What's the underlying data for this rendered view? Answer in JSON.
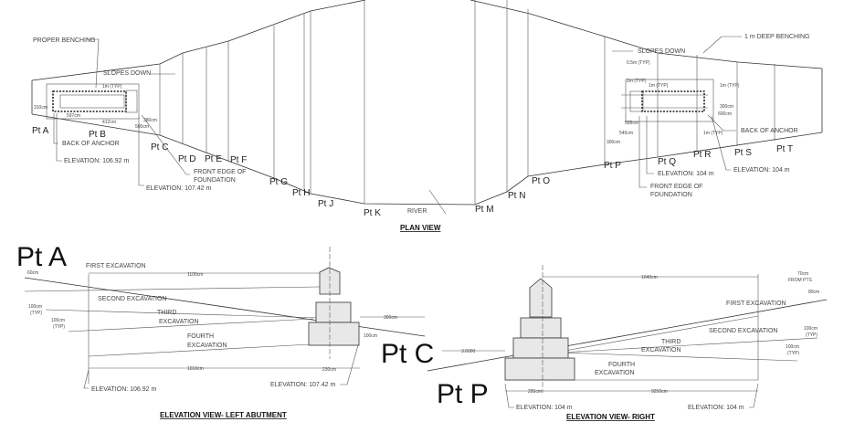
{
  "plan_view": {
    "title": "PLAN VIEW",
    "points": [
      "Pt A",
      "Pt B",
      "Pt C",
      "Pt D",
      "Pt E",
      "Pt F",
      "Pt G",
      "Pt H",
      "Pt J",
      "Pt K",
      "Pt M",
      "Pt N",
      "Pt O",
      "Pt P",
      "Pt Q",
      "Pt R",
      "Pt S",
      "Pt T"
    ],
    "river": "RIVER",
    "left": {
      "proper_benching": "PROPER BENCHING",
      "slopes_down": "SLOPES DOWN",
      "typ_1m": "1m (TYP)",
      "dim_310": "310cm",
      "dim_597": "597cm",
      "dim_412": "412cm",
      "dim_380": "380cm",
      "dim_500": "500cm",
      "back_of_anchor": "BACK OF ANCHOR",
      "elevation_back": "ELEVATION: 106.92 m",
      "front_edge": "FRONT EDGE OF",
      "foundation": "FOUNDATION",
      "elevation_front": "ELEVATION: 107.42 m"
    },
    "right": {
      "deep_benching": "1 m DEEP BENCHING",
      "slopes_down": "SLOPES DOWN",
      "typ_05m": "0.5m (TYP)",
      "typ_2m": "2m (TYP)",
      "typ_1m_top": "1m (TYP)",
      "typ_1m_right": "1m (TYP)",
      "typ_1m_bottom": "1m (TYP)",
      "dim_300": "300cm",
      "dim_600": "600cm",
      "dim_595": "595cm",
      "dim_545": "545cm",
      "dim_300b": "300cm",
      "back_of_anchor": "BACK OF ANCHOR",
      "elevation_front": "ELEVATION: 104 m",
      "elevation_back": "ELEVATION: 104 m",
      "front_edge": "FRONT EDGE OF",
      "foundation": "FOUNDATION"
    }
  },
  "left_elevation": {
    "title": "ELEVATION VIEW- LEFT ABUTMENT",
    "pt_a": "Pt A",
    "pt_c": "Pt C",
    "first": "FIRST EXCAVATION",
    "second": "SECOND EXCAVATION",
    "third_1": "THIRD",
    "third_2": "EXCAVATION",
    "fourth_1": "FOURTH",
    "fourth_2": "EXCAVATION",
    "dim_60": "60cm",
    "dim_1100": "1100cm",
    "dim_100a": "100cm",
    "typ_a": "(TYP)",
    "dim_100b": "100cm",
    "typ_b": "(TYP)",
    "dim_300": "300cm",
    "dim_100c": "100cm",
    "dim_1010": "1010cm",
    "dim_230": "230cm",
    "elev_back": "ELEVATION: 106.92 m",
    "elev_front": "ELEVATION: 107.42 m"
  },
  "right_elevation": {
    "title": "ELEVATION VIEW- RIGHT",
    "pt_p": "Pt P",
    "dim_3": "3.0000",
    "dim_1040": "1040cm",
    "from_pts_1": "70cm",
    "from_pts_2": "FROM PTS",
    "dim_80": "80cm",
    "first": "FIRST EXCAVATION",
    "second": "SECOND EXCAVATION",
    "third_1": "THIRD",
    "third_2": "EXCAVATION",
    "fourth_1": "FOURTH",
    "fourth_2": "EXCAVATION",
    "dim_100a": "100cm",
    "typ_a": "(TYP)",
    "dim_100b": "100cm",
    "typ_b": "(TYP)",
    "dim_295": "295cm",
    "dim_9250": "9250cm",
    "elev_front": "ELEVATION: 104 m",
    "elev_back": "ELEVATION: 104 m"
  }
}
